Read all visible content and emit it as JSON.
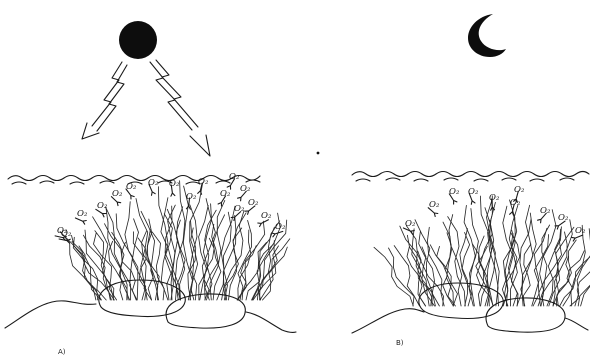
{
  "panels": [
    {
      "id": "A",
      "label": "A)",
      "illumination": "sun",
      "oxygen_label": "O₂",
      "oxygen_bubble_count": 17
    },
    {
      "id": "B",
      "label": "B)",
      "illumination": "moon",
      "oxygen_label": "O₂",
      "oxygen_bubble_count": 10
    }
  ],
  "icons": {
    "sun": "filled-black-circle",
    "moon": "crescent-moon",
    "light_rays": "zigzag-lightning-arrows"
  },
  "colors": {
    "ink": "#1a1a1a",
    "background": "#ffffff"
  }
}
